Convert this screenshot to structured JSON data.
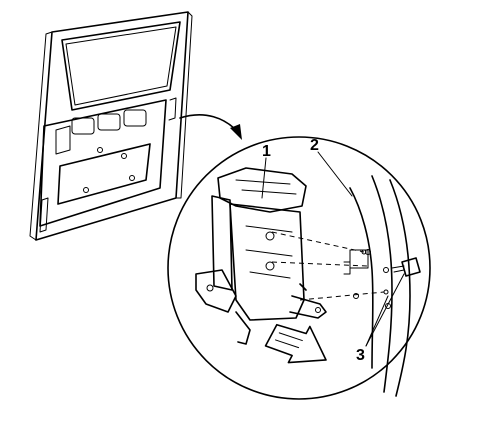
{
  "diagram": {
    "callouts": [
      {
        "id": "1",
        "text": "1"
      },
      {
        "id": "2",
        "text": "2"
      },
      {
        "id": "3",
        "text": "3"
      }
    ],
    "colors": {
      "line": "#000000",
      "background": "#ffffff"
    }
  }
}
